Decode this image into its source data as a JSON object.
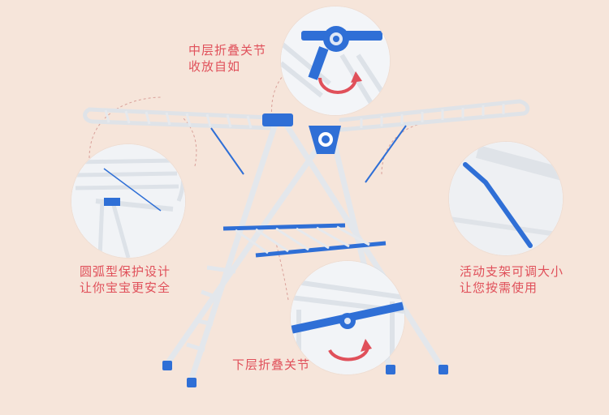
{
  "callouts": {
    "middle_joint": {
      "line1": "中层折叠关节",
      "line2": "收放自如"
    },
    "arc_design": {
      "line1": "圆弧型保护设计",
      "line2": "让你宝宝更安全"
    },
    "adjustable_brace": {
      "line1": "活动支架可调大小",
      "line2": "让您按需使用"
    },
    "lower_joint": {
      "line1": "下层折叠关节"
    }
  },
  "colors": {
    "background": "#f6e5da",
    "accent": "#e0505a",
    "frame": "#e8ecf0",
    "joint": "#2f6fd6"
  }
}
